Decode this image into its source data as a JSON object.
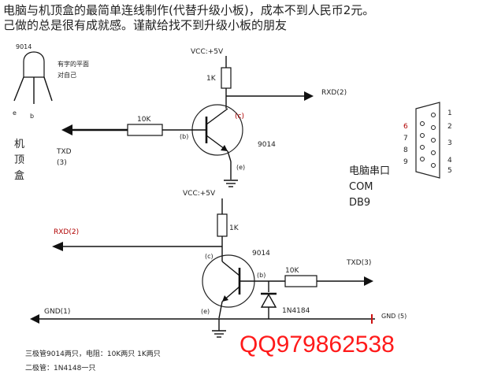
{
  "title": {
    "line1": "电脑与机顶盒的最简单连线制作(代替升级小板)，成本不到人民币2元。",
    "line2": "己做的总是很有成就感。谨献给找不到升级小板的朋友"
  },
  "transistor_sketch": {
    "part": "9014",
    "note_line1": "有字的平面",
    "note_line2": "对自己",
    "pin_e": "e",
    "pin_b": "b"
  },
  "stb": {
    "label_chars": [
      "机",
      "顶",
      "盒"
    ],
    "txd_label": "TXD",
    "txd_pin": "(3)",
    "gnd_label": "GND(1)",
    "rxd_label": "RXD(2)"
  },
  "circuit_top": {
    "vcc": "VCC:+5V",
    "r_collector": "1K",
    "r_base": "10K",
    "transistor": "9014",
    "pin_c": "(c)",
    "pin_b": "(b)",
    "pin_e": "(e)",
    "out_label": "RXD(2)"
  },
  "circuit_bottom": {
    "vcc": "VCC:+5V",
    "r_collector": "1K",
    "r_base": "10K",
    "transistor": "9014",
    "pin_c": "(c)",
    "pin_b": "(b)",
    "pin_e": "(e)",
    "diode": "1N4184",
    "out_label": "TXD(3)",
    "gnd_pc_label": "GND (5)"
  },
  "db9": {
    "label": "电脑串口",
    "type": "COM",
    "model": "DB9",
    "left_pins": [
      "6",
      "7",
      "8",
      "9"
    ],
    "right_pins": [
      "1",
      "2",
      "3",
      "4",
      "5"
    ]
  },
  "bom": {
    "line1": "三极管9014两只，电阻：10K两只 1K两只",
    "line2": "二极管：1N4148一只"
  },
  "watermark": "QQ979862538"
}
